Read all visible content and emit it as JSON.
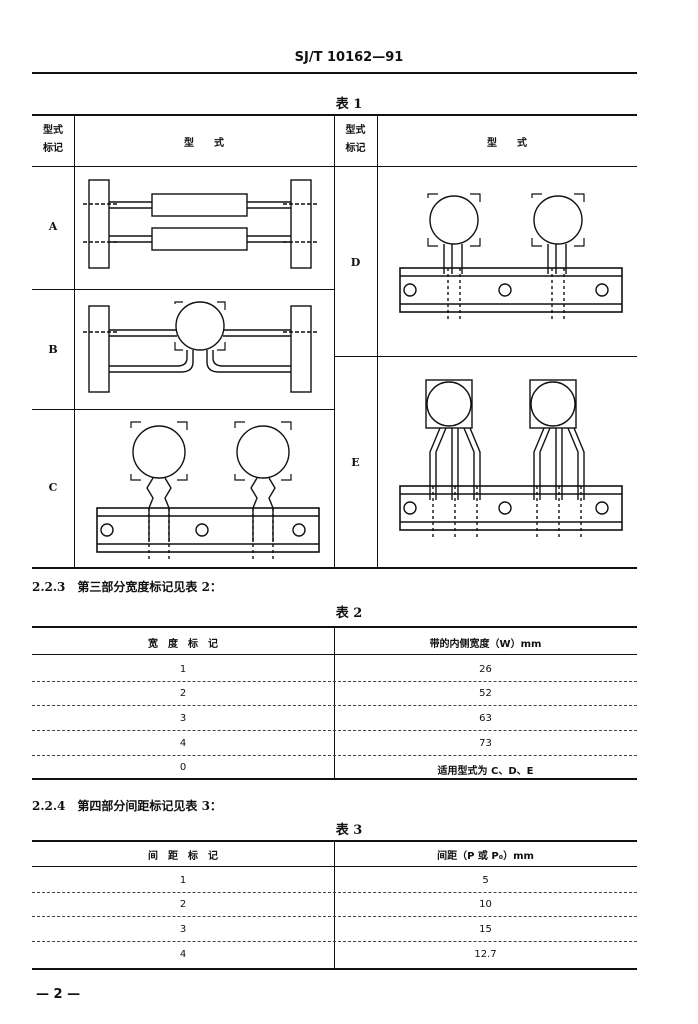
{
  "header": {
    "code": "SJ/T 10162—91"
  },
  "table1": {
    "caption": "表 1",
    "col_type_header": "型式\n标记",
    "col_form_header": "型　　式",
    "rows": [
      "A",
      "B",
      "C",
      "D",
      "E"
    ]
  },
  "section_2_2_3": "2.2.3　第三部分宽度标记见表 2：",
  "table2": {
    "caption": "表 2",
    "headers": [
      "宽　度　标　记",
      "带的内侧宽度（W）mm"
    ],
    "rows": [
      [
        "1",
        "26"
      ],
      [
        "2",
        "52"
      ],
      [
        "3",
        "63"
      ],
      [
        "4",
        "73"
      ],
      [
        "0",
        "适用型式为 C、D、E"
      ]
    ]
  },
  "section_2_2_4": "2.2.4　第四部分间距标记见表 3：",
  "table3": {
    "caption": "表 3",
    "headers": [
      "间　距　标　记",
      "间距（P 或 P₀）mm"
    ],
    "rows": [
      [
        "1",
        "5"
      ],
      [
        "2",
        "10"
      ],
      [
        "3",
        "15"
      ],
      [
        "4",
        "12.7"
      ]
    ]
  },
  "footer": {
    "page": "— 2 —"
  }
}
